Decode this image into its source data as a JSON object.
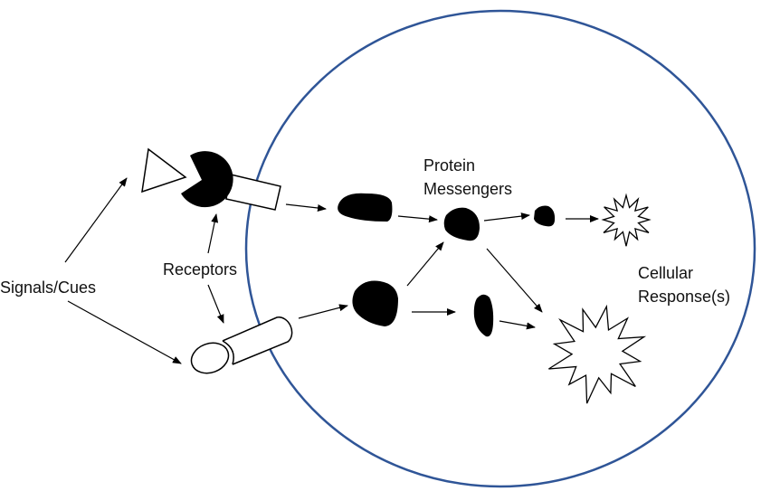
{
  "labels": {
    "signals": "Signals/Cues",
    "receptors": "Receptors",
    "protein_line1": "Protein",
    "protein_line2": "Messengers",
    "response_line1": "Cellular",
    "response_line2": "Response(s)"
  },
  "colors": {
    "cell_membrane": "#2F5597",
    "messenger_fill": "#000000",
    "outline": "#000000"
  }
}
